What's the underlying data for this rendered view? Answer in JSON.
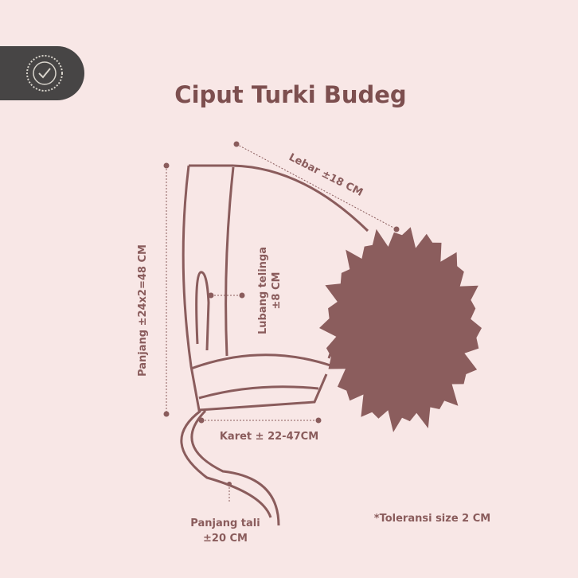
{
  "title": "Ciput Turki Budeg",
  "logo": {
    "text": "brand seal"
  },
  "labels": {
    "lebar": "Lebar ±18 CM",
    "panjang": "Panjang ±24x2=48 CM",
    "lubang_line1": "Lubang telinga",
    "lubang_line2": "±8 CM",
    "karet": "Karet ± 22-47CM",
    "tali_line1": "Panjang tali",
    "tali_line2": "±20 CM",
    "toleransi": "*Toleransi size 2 CM"
  },
  "colors": {
    "background": "#f8e7e6",
    "ink": "#8a5c5c",
    "pompom": "#8b5d5d",
    "logo_tab": "#474545"
  }
}
